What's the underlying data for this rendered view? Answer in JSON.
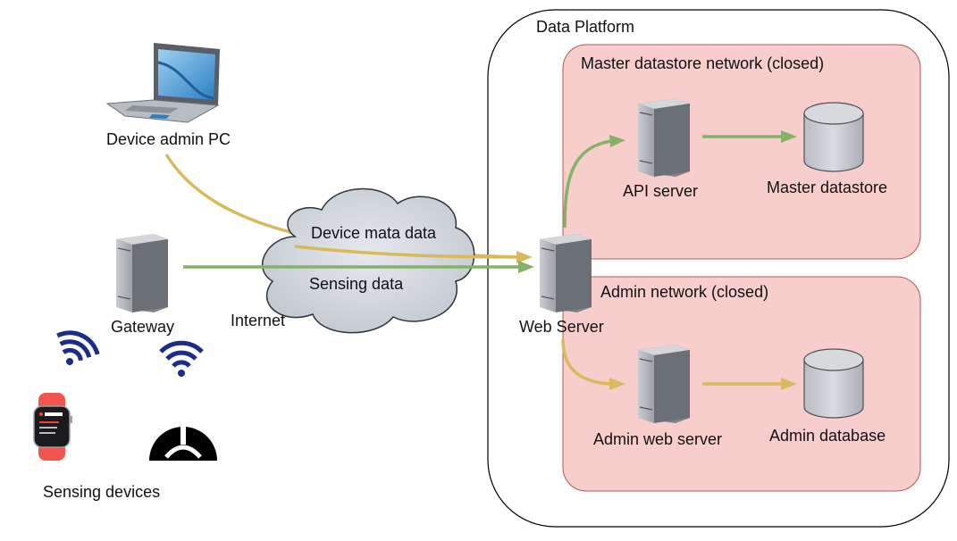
{
  "platform": {
    "title": "Data Platform",
    "master_network": {
      "title": "Master datastore network (closed)",
      "api_server_label": "API server",
      "datastore_label": "Master datastore"
    },
    "admin_network": {
      "title": "Admin network (closed)",
      "admin_web_server_label": "Admin web server",
      "admin_database_label": "Admin database"
    },
    "web_server_label": "Web Server"
  },
  "left": {
    "admin_pc_label": "Device admin PC",
    "gateway_label": "Gateway",
    "internet_label": "Internet",
    "sensing_devices_label": "Sensing devices"
  },
  "cloud": {
    "metadata_label": "Device mata data",
    "sensing_label": "Sensing data"
  },
  "colors": {
    "metadata_flow": "#d9b95a",
    "sensing_flow": "#82b366",
    "closed_network_fill": "#f8cecc",
    "closed_network_stroke": "#b85450",
    "wifi": "#1a2d8a",
    "watch_band": "#f2544e"
  }
}
